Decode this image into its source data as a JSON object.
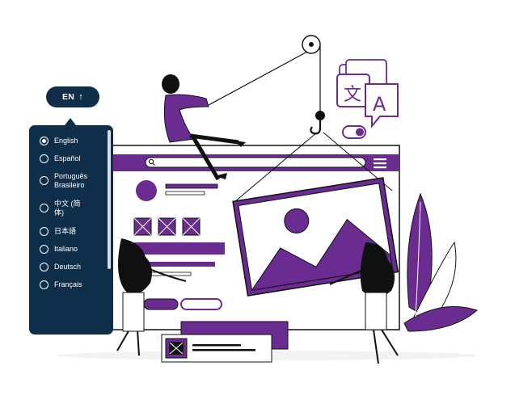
{
  "language_selector": {
    "current": "EN",
    "arrow_icon": "arrow-up-icon"
  },
  "language_menu": {
    "items": [
      {
        "label": "English",
        "selected": true
      },
      {
        "label": "Español",
        "selected": false
      },
      {
        "label": "Português Brasileiro",
        "selected": false
      },
      {
        "label": "中文 (简体)",
        "selected": false
      },
      {
        "label": "日本語",
        "selected": false
      },
      {
        "label": "Italiano",
        "selected": false
      },
      {
        "label": "Deutsch",
        "selected": false
      },
      {
        "label": "Français",
        "selected": false
      }
    ]
  },
  "illustration": {
    "search_icon": "search-icon",
    "menu_icon": "hamburger-icon",
    "translate_icon": "translate-icon",
    "toggle_icon": "toggle-icon",
    "hook_icon": "hook-icon",
    "image_icon": "image-icon",
    "colors": {
      "menu_navy": "#0f2e4a",
      "purple": "#6b2c91",
      "black": "#111111"
    }
  }
}
